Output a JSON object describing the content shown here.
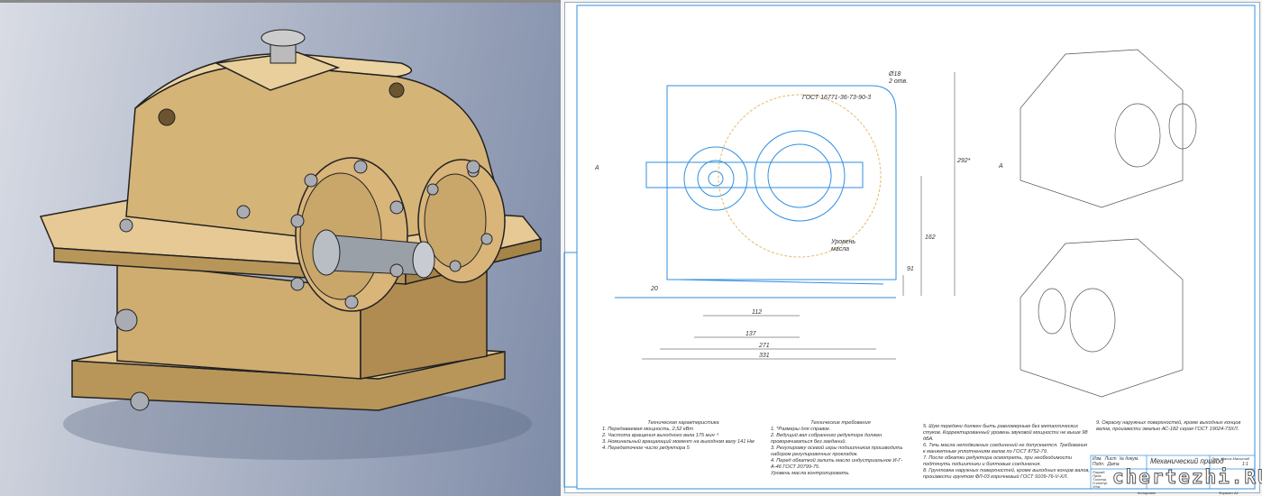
{
  "render": {
    "body_color": "#d9b57a",
    "shadow_color": "#a78447",
    "shaft_color": "#9aa0a8"
  },
  "drawing": {
    "section_mark_left": "A",
    "section_mark_right": "A",
    "dimensions": {
      "d112": "112",
      "d137": "137",
      "d271": "271",
      "d331": "331",
      "d20": "20",
      "d91": "91",
      "d162": "162",
      "d292": "292*"
    },
    "hole_note_1": "Ø18",
    "hole_note_2": "2 отв.",
    "gost_note": "ГОСТ 16771-36-73-90-3",
    "oil_level_1": "Уровень",
    "oil_level_2": "масла",
    "line_color": "#2f8fe0"
  },
  "specs": {
    "title": "Техническая характеристика",
    "lines": [
      "1. Передаваемая мощность, 2,52 кВт",
      "2. Частота вращения выходного вала 175 мин⁻¹",
      "3. Номинальный вращающий момент на выходном валу 141 Нм",
      "4. Передаточное число редуктора 5"
    ]
  },
  "requirements": {
    "title": "Технические требования",
    "col1": [
      "1. *Размеры для справок.",
      "2. Ведущий вал собранного редуктора должен проворачиваться без заеданий.",
      "3. Регулировку осевой игры подшипников производить набором регулировочных прокладок.",
      "4. Перед обкаткой залить масло индустриальное И-Г-А-46 ГОСТ 20799-75.",
      "Уровень масла контролировать."
    ],
    "col2": [
      "5. Шум передачи должен быть равномерным без металлических стуков. Корректированный уровень звуковой мощности не выше 98 дБА.",
      "6. Течь масла неподвижных соединений не допускается. Требования к манжетным уплотнениям валов по ГОСТ 8752-79.",
      "7. После обкатки редуктора осмотреть, при необходимости подтянуть подшипники и болтовые соединения.",
      "8. Грунтовка наружных поверхностей, кроме выходных концов валов, произвести грунтом ФЛ-03 коричневый ГОСТ 9109-76-V-ХЛ."
    ],
    "col3": [
      "9. Окраску наружных поверхностей, кроме выходных концов валов, произвести эмалью АС-182 серая ГОСТ 19024-73ХЛ."
    ]
  },
  "title_block": {
    "name": "Механический привод",
    "headers": [
      "Изм.",
      "Лист",
      "№ докум.",
      "Подп.",
      "Дата"
    ],
    "roles": [
      "Разраб.",
      "Пров.",
      "Т.контр.",
      "Н.контр.",
      "Утв."
    ],
    "right_headers": [
      "Лит.",
      "Масса",
      "Масштаб"
    ],
    "scale": "1:1",
    "copied": "Копировал",
    "format": "Формат A1",
    "watermark": "chertezhi.RU"
  }
}
